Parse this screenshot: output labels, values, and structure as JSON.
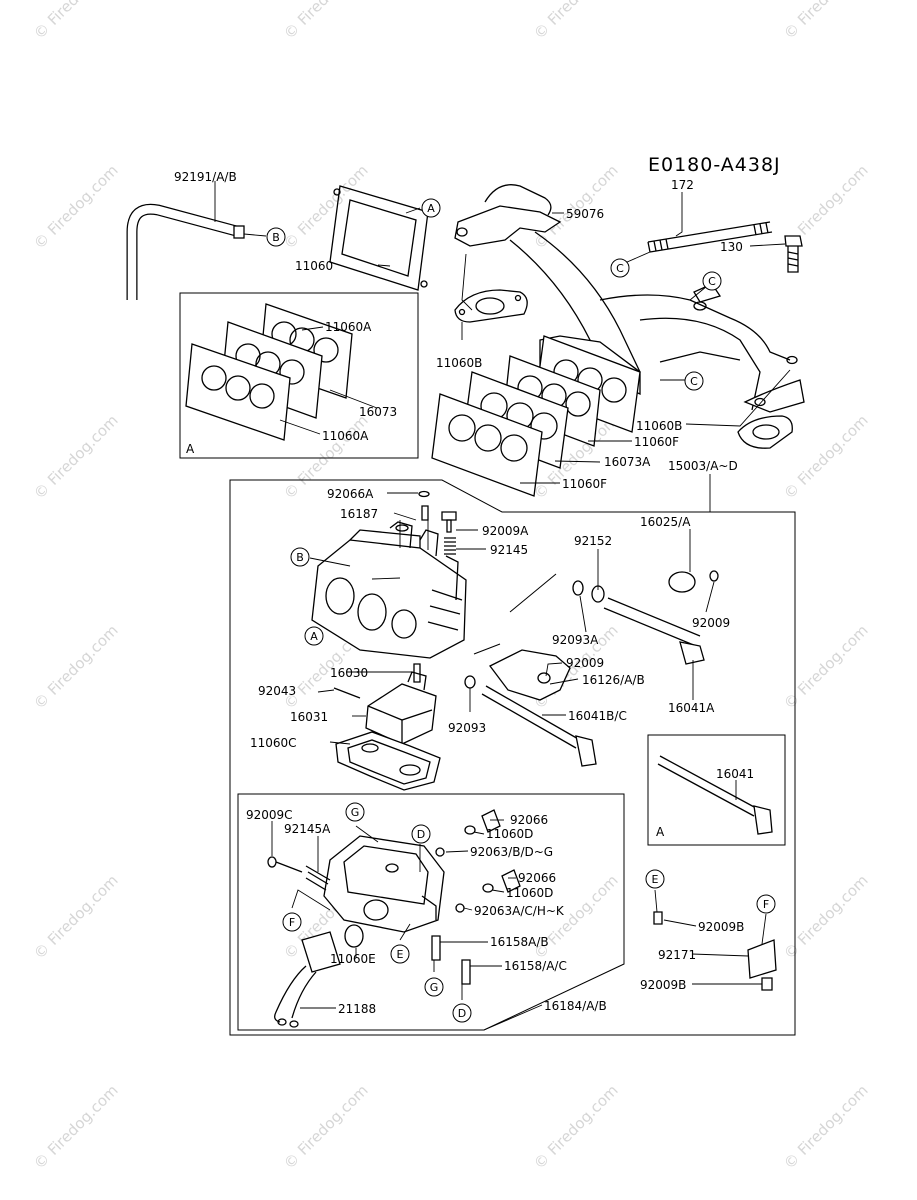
{
  "diagram_code": "E0180-A438J",
  "watermark": "© Firedog.com",
  "box_labels": {
    "inset_gaskets": "A",
    "inset_shaft": "A"
  },
  "parts": [
    {
      "id": "p1",
      "label": "92191/A/B"
    },
    {
      "id": "p2",
      "label": "11060"
    },
    {
      "id": "p3",
      "label": "59076"
    },
    {
      "id": "p4",
      "label": "172"
    },
    {
      "id": "p5",
      "label": "130"
    },
    {
      "id": "p6",
      "label": "11060A"
    },
    {
      "id": "p7",
      "label": "16073"
    },
    {
      "id": "p8",
      "label": "11060A"
    },
    {
      "id": "p9",
      "label": "11060B"
    },
    {
      "id": "p10",
      "label": "11060B"
    },
    {
      "id": "p11",
      "label": "11060F"
    },
    {
      "id": "p12",
      "label": "16073A"
    },
    {
      "id": "p13",
      "label": "11060F"
    },
    {
      "id": "p14",
      "label": "15003/A~D"
    },
    {
      "id": "p15",
      "label": "92066A"
    },
    {
      "id": "p16",
      "label": "16187"
    },
    {
      "id": "p17",
      "label": "92009A"
    },
    {
      "id": "p18",
      "label": "92145"
    },
    {
      "id": "p19",
      "label": "16025/A"
    },
    {
      "id": "p20",
      "label": "92152"
    },
    {
      "id": "p21",
      "label": "92009"
    },
    {
      "id": "p22",
      "label": "92093A"
    },
    {
      "id": "p23",
      "label": "92009"
    },
    {
      "id": "p24",
      "label": "16126/A/B"
    },
    {
      "id": "p25",
      "label": "16041A"
    },
    {
      "id": "p26",
      "label": "16030"
    },
    {
      "id": "p27",
      "label": "92043"
    },
    {
      "id": "p28",
      "label": "16031"
    },
    {
      "id": "p29",
      "label": "92093"
    },
    {
      "id": "p30",
      "label": "16041B/C"
    },
    {
      "id": "p31",
      "label": "11060C"
    },
    {
      "id": "p32",
      "label": "16041"
    },
    {
      "id": "p33",
      "label": "92009C"
    },
    {
      "id": "p34",
      "label": "92145A"
    },
    {
      "id": "p35",
      "label": "92066"
    },
    {
      "id": "p36",
      "label": "11060D"
    },
    {
      "id": "p37",
      "label": "92063/B/D~G"
    },
    {
      "id": "p38",
      "label": "92066"
    },
    {
      "id": "p39",
      "label": "11060D"
    },
    {
      "id": "p40",
      "label": "92063A/C/H~K"
    },
    {
      "id": "p41",
      "label": "16158A/B"
    },
    {
      "id": "p42",
      "label": "16158/A/C"
    },
    {
      "id": "p43",
      "label": "11060E"
    },
    {
      "id": "p44",
      "label": "21188"
    },
    {
      "id": "p45",
      "label": "16184/A/B"
    },
    {
      "id": "p46",
      "label": "92009B"
    },
    {
      "id": "p47",
      "label": "92171"
    },
    {
      "id": "p48",
      "label": "92009B"
    }
  ],
  "callouts": [
    {
      "id": "c1",
      "letter": "A"
    },
    {
      "id": "c2",
      "letter": "B"
    },
    {
      "id": "c3",
      "letter": "C"
    },
    {
      "id": "c4",
      "letter": "C"
    },
    {
      "id": "c5",
      "letter": "C"
    },
    {
      "id": "c6",
      "letter": "B"
    },
    {
      "id": "c7",
      "letter": "A"
    },
    {
      "id": "c8",
      "letter": "G"
    },
    {
      "id": "c9",
      "letter": "D"
    },
    {
      "id": "c10",
      "letter": "F"
    },
    {
      "id": "c11",
      "letter": "E"
    },
    {
      "id": "c12",
      "letter": "G"
    },
    {
      "id": "c13",
      "letter": "D"
    },
    {
      "id": "c14",
      "letter": "E"
    },
    {
      "id": "c15",
      "letter": "F"
    }
  ]
}
